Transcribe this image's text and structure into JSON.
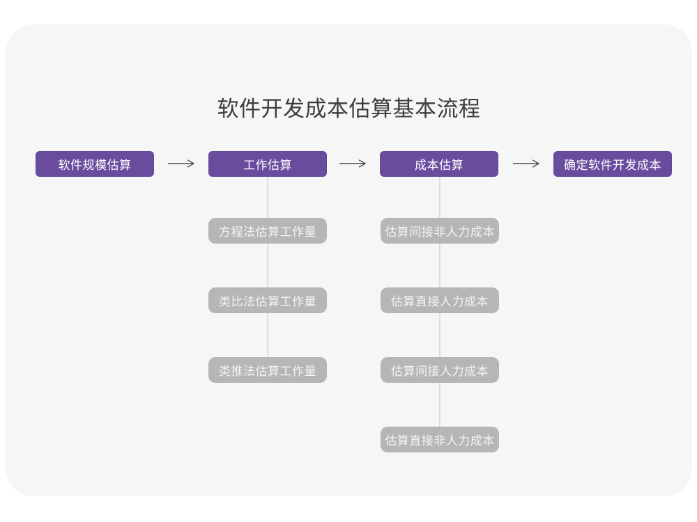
{
  "title": "软件开发成本估算基本流程",
  "flow": {
    "steps": [
      {
        "label": "软件规模估算",
        "substeps": []
      },
      {
        "label": "工作估算",
        "substeps": [
          "方程法估算工作量",
          "类比法估算工作量",
          "类推法估算工作量"
        ]
      },
      {
        "label": "成本估算",
        "substeps": [
          "估算间接非人力成本",
          "估算直接人力成本",
          "估算间接人力成本",
          "估算直接非人力成本"
        ]
      },
      {
        "label": "确定软件开发成本",
        "substeps": []
      }
    ]
  },
  "colors": {
    "step_fill": "#6A4C9F",
    "step_text": "#FFFFFF",
    "substep_fill": "#B6B6B6",
    "substep_text": "#F3F3F3",
    "card_background": "#F6F6F7",
    "page_background": "#FFFFFF",
    "title_text": "#3D3D3D",
    "arrow_stroke": "#4D4D4D",
    "connector_line": "#DCDCDC"
  }
}
